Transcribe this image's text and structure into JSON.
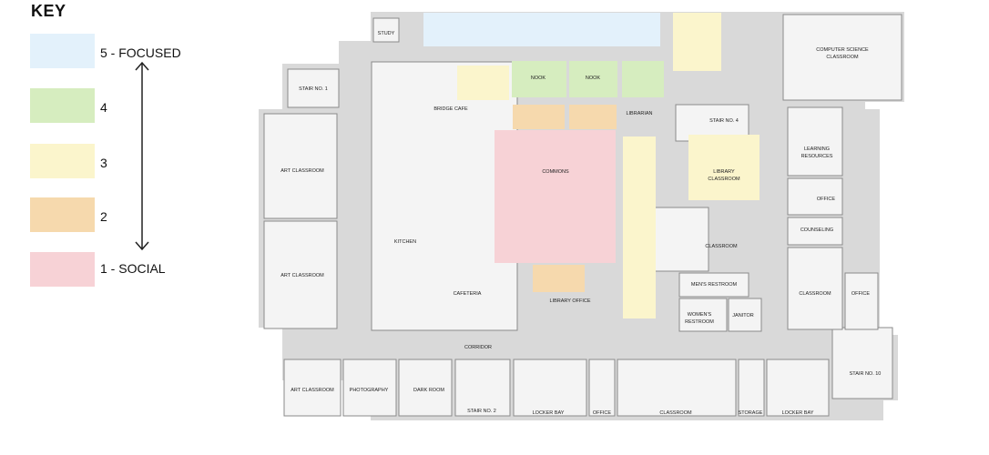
{
  "key": {
    "title": "KEY",
    "levels": [
      {
        "label": "5 - FOCUSED",
        "color": "#e3f1fb"
      },
      {
        "label": "4",
        "color": "#d6edbf"
      },
      {
        "label": "3",
        "color": "#fbf5cc"
      },
      {
        "label": "2",
        "color": "#f6d9ad"
      },
      {
        "label": "1 - SOCIAL",
        "color": "#f7d2d6"
      }
    ]
  },
  "rooms": {
    "study": "STUDY",
    "stair_1": "STAIR NO. 1",
    "bridge_cafe": "BRIDGE CAFE",
    "nook_1": "NOOK",
    "nook_2": "NOOK",
    "librarian": "LIBRARIAN",
    "computer_science_1": "COMPUTER SCIENCE",
    "computer_science_2": "CLASSROOM",
    "stair_4": "STAIR NO. 4",
    "art_classroom_1": "ART CLASSROOM",
    "art_classroom_2": "ART CLASSROOM",
    "art_classroom_3": "ART CLASSROOM",
    "commons": "COMMONS",
    "library_classroom_1": "LIBRARY",
    "library_classroom_2": "CLASSROOM",
    "learning_resources_1": "LEARNING",
    "learning_resources_2": "RESOURCES",
    "office_1": "OFFICE",
    "counseling": "COUNSELING",
    "kitchen": "KITCHEN",
    "classroom_1": "CLASSROOM",
    "cafeteria": "CAFETERIA",
    "library_office": "LIBRARY OFFICE",
    "mens_restroom": "MEN'S RESTROOM",
    "womens_restroom_1": "WOMEN'S",
    "womens_restroom_2": "RESTROOM",
    "janitor": "JANITOR",
    "classroom_2": "CLASSROOM",
    "office_2": "OFFICE",
    "corridor": "CORRIDOR",
    "photography": "PHOTOGRAPHY",
    "dark_room": "DARK ROOM",
    "stair_2": "STAIR NO. 2",
    "locker_bay_1": "LOCKER BAY",
    "office_3": "OFFICE",
    "classroom_3": "CLASSROOM",
    "storage": "STORAGE",
    "locker_bay_2": "LOCKER BAY",
    "stair_10": "STAIR NO. 10"
  }
}
